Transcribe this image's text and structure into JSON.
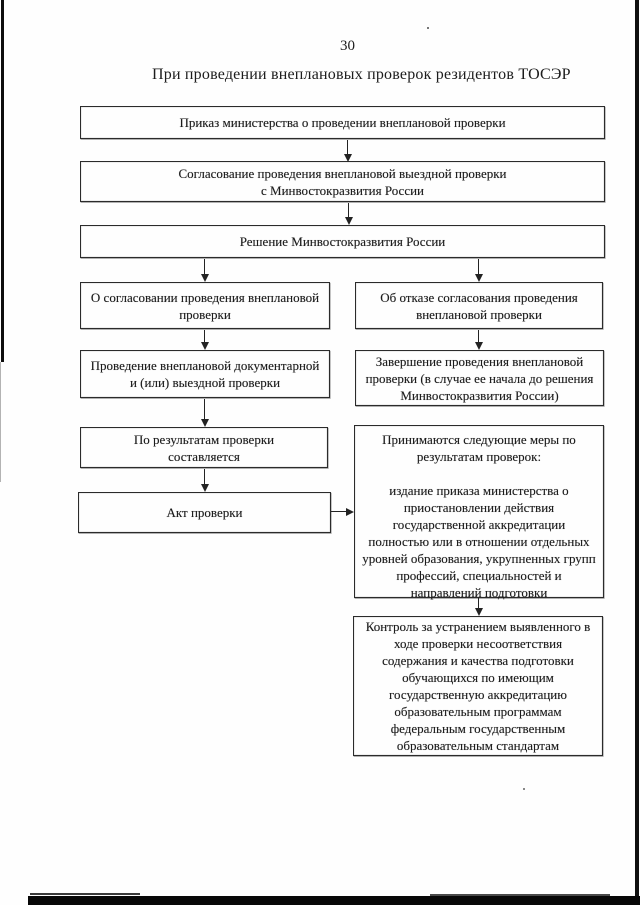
{
  "page": {
    "number": "30",
    "title": "При проведении внеплановых проверок резидентов ТОСЭР"
  },
  "colors": {
    "ink": "#1c1c1c",
    "paper": "#fefefe",
    "scan_edge": "#0d0d0d"
  },
  "flowchart": {
    "nodes": [
      {
        "id": "ministry-order",
        "text": "Приказ министерства о проведении внеплановой проверки"
      },
      {
        "id": "approval-request",
        "text": "Согласование проведения внеплановой выездной проверки\nс Минвостокразвития России"
      },
      {
        "id": "decision",
        "text": "Решение Минвостокразвития России"
      },
      {
        "id": "approved",
        "text": "О согласовании проведения внеплановой\nпроверки"
      },
      {
        "id": "refused",
        "text": "Об отказе согласования проведения\nвнеплановой проверки"
      },
      {
        "id": "conduct",
        "text": "Проведение внеплановой документарной\nи (или) выездной проверки"
      },
      {
        "id": "completion",
        "text": "Завершение проведения внеплановой\nпроверки (в случае ее начала до решения\nМинвостокразвития России)"
      },
      {
        "id": "results",
        "text": "По результатам проверки\nсоставляется"
      },
      {
        "id": "act",
        "text": "Акт проверки"
      },
      {
        "id": "measures",
        "text": "Принимаются следующие меры по\nрезультатам проверок:\n\nиздание приказа министерства о\nприостановлении действия\nгосударственной аккредитации\nполностью или в отношении отдельных\nуровней образования, укрупненных групп\nпрофессий, специальностей и\nнаправлений подготовки"
      },
      {
        "id": "control",
        "text": "Контроль за устранением выявленного в\nходе проверки несоответствия\nсодержания и качества подготовки\nобучающихся по имеющим\nгосударственную аккредитацию\nобразовательным программам\nфедеральным государственным\nобразовательным стандартам"
      }
    ]
  }
}
